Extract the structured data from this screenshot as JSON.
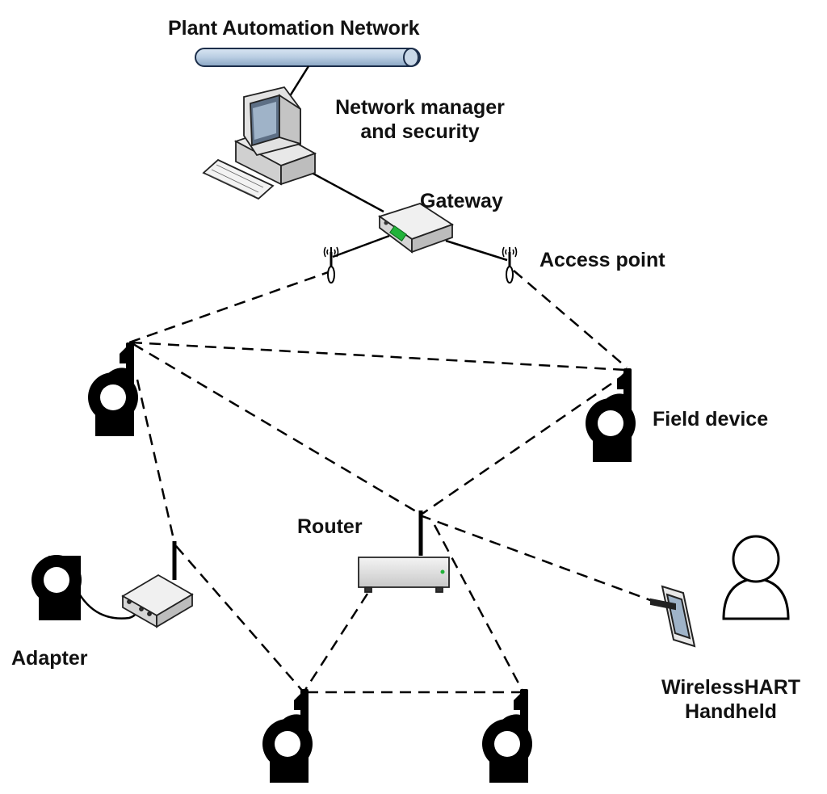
{
  "labels": {
    "plant_network": "Plant Automation Network",
    "manager_line1": "Network manager",
    "manager_line2": "and security",
    "gateway": "Gateway",
    "access_point": "Access point",
    "field_device": "Field device",
    "router": "Router",
    "adapter": "Adapter",
    "handheld_line1": "WirelessHART",
    "handheld_line2": "Handheld"
  },
  "colors": {
    "bus_fill": "#b9cde2",
    "bus_stroke": "#1c2e4a",
    "device_black": "#000000",
    "led_green": "#22b33a"
  },
  "icons": [
    "bus-pipe",
    "computer-icon",
    "gateway-icon",
    "antenna-icon",
    "field-device-icon",
    "router-icon",
    "adapter-icon",
    "handheld-icon",
    "user-icon"
  ]
}
